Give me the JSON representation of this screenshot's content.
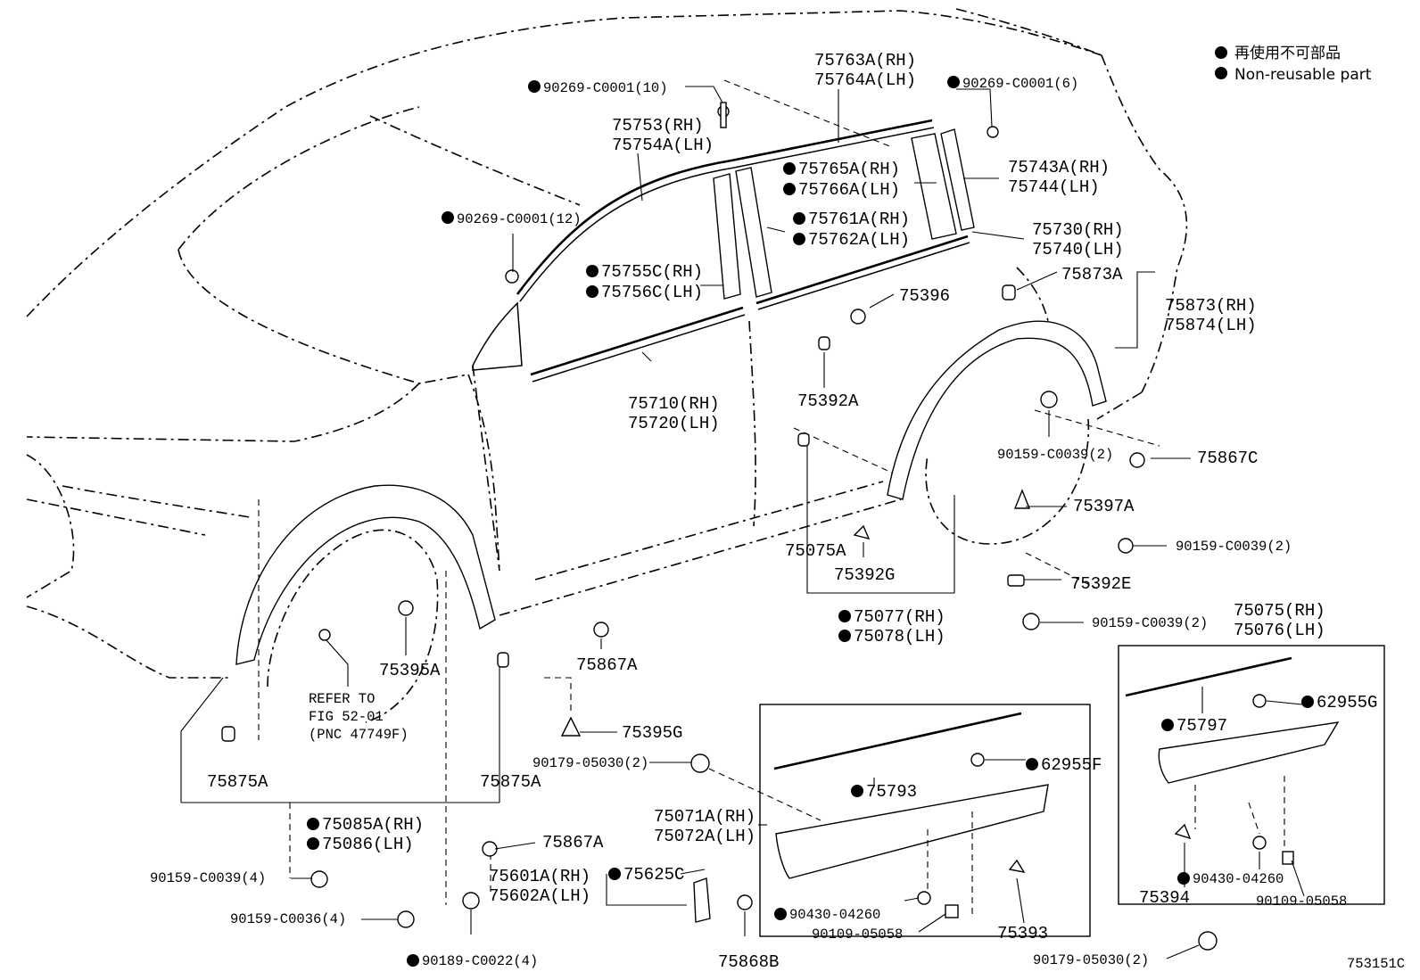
{
  "legend": {
    "line1": "再使用不可部品",
    "line2": "Non-reusable part"
  },
  "figure_code": "753151C",
  "labels": {
    "p90269_10": "90269-C0001(10)",
    "p90269_6": "90269-C0001(6)",
    "p90269_12": "90269-C0001(12)",
    "p75763a": "75763A(RH)",
    "p75764a": "75764A(LH)",
    "p75753": "75753(RH)",
    "p75754a": "75754A(LH)",
    "p75765a": "75765A(RH)",
    "p75766a": "75766A(LH)",
    "p75743a": "75743A(RH)",
    "p75744": "75744(LH)",
    "p75761a": "75761A(RH)",
    "p75762a": "75762A(LH)",
    "p75730": "75730(RH)",
    "p75740": "75740(LH)",
    "p75755c": "75755C(RH)",
    "p75756c": "75756C(LH)",
    "p75873a": "75873A",
    "p75396": "75396",
    "p75873": "75873(RH)",
    "p75874": "75874(LH)",
    "p75710": "75710(RH)",
    "p75720": "75720(LH)",
    "p75392a": "75392A",
    "p90159_r1": "90159-C0039(2)",
    "p75867c": "75867C",
    "p75397a": "75397A",
    "p90159_r2": "90159-C0039(2)",
    "p75075a": "75075A",
    "p75392g": "75392G",
    "p75392e": "75392E",
    "p75077": "75077(RH)",
    "p75078": "75078(LH)",
    "p90159_r3": "90159-C0039(2)",
    "p75075": "75075(RH)",
    "p75076": "75076(LH)",
    "p75395a": "75395A",
    "p75867a_top": "75867A",
    "refer1": "REFER TO",
    "refer2": "FIG 52-01",
    "refer3": "(PNC 47749F)",
    "p75395g": "75395G",
    "p62955g": "62955G",
    "p75797": "75797",
    "p90179_mid": "90179-05030(2)",
    "p62955f": "62955F",
    "p75793": "75793",
    "p75875a_l": "75875A",
    "p75875a_r": "75875A",
    "p75085a": "75085A(RH)",
    "p75086": "75086(LH)",
    "p75071a": "75071A(RH)",
    "p75072a": "75072A(LH)",
    "p75867a_bot": "75867A",
    "p90159_c0039_4": "90159-C0039(4)",
    "p75601a": "75601A(RH)",
    "p75602a": "75602A(LH)",
    "p75625c": "75625C",
    "p90159_c0036_4": "90159-C0036(4)",
    "p90430_mid": "90430-04260",
    "p90109_mid": "90109-05058",
    "p75393": "75393",
    "p75394": "75394",
    "p90430_right": "90430-04260",
    "p90109_right": "90109-05058",
    "p90189": "90189-C0022(4)",
    "p75868b": "75868B",
    "p90179_bot": "90179-05030(2)"
  }
}
